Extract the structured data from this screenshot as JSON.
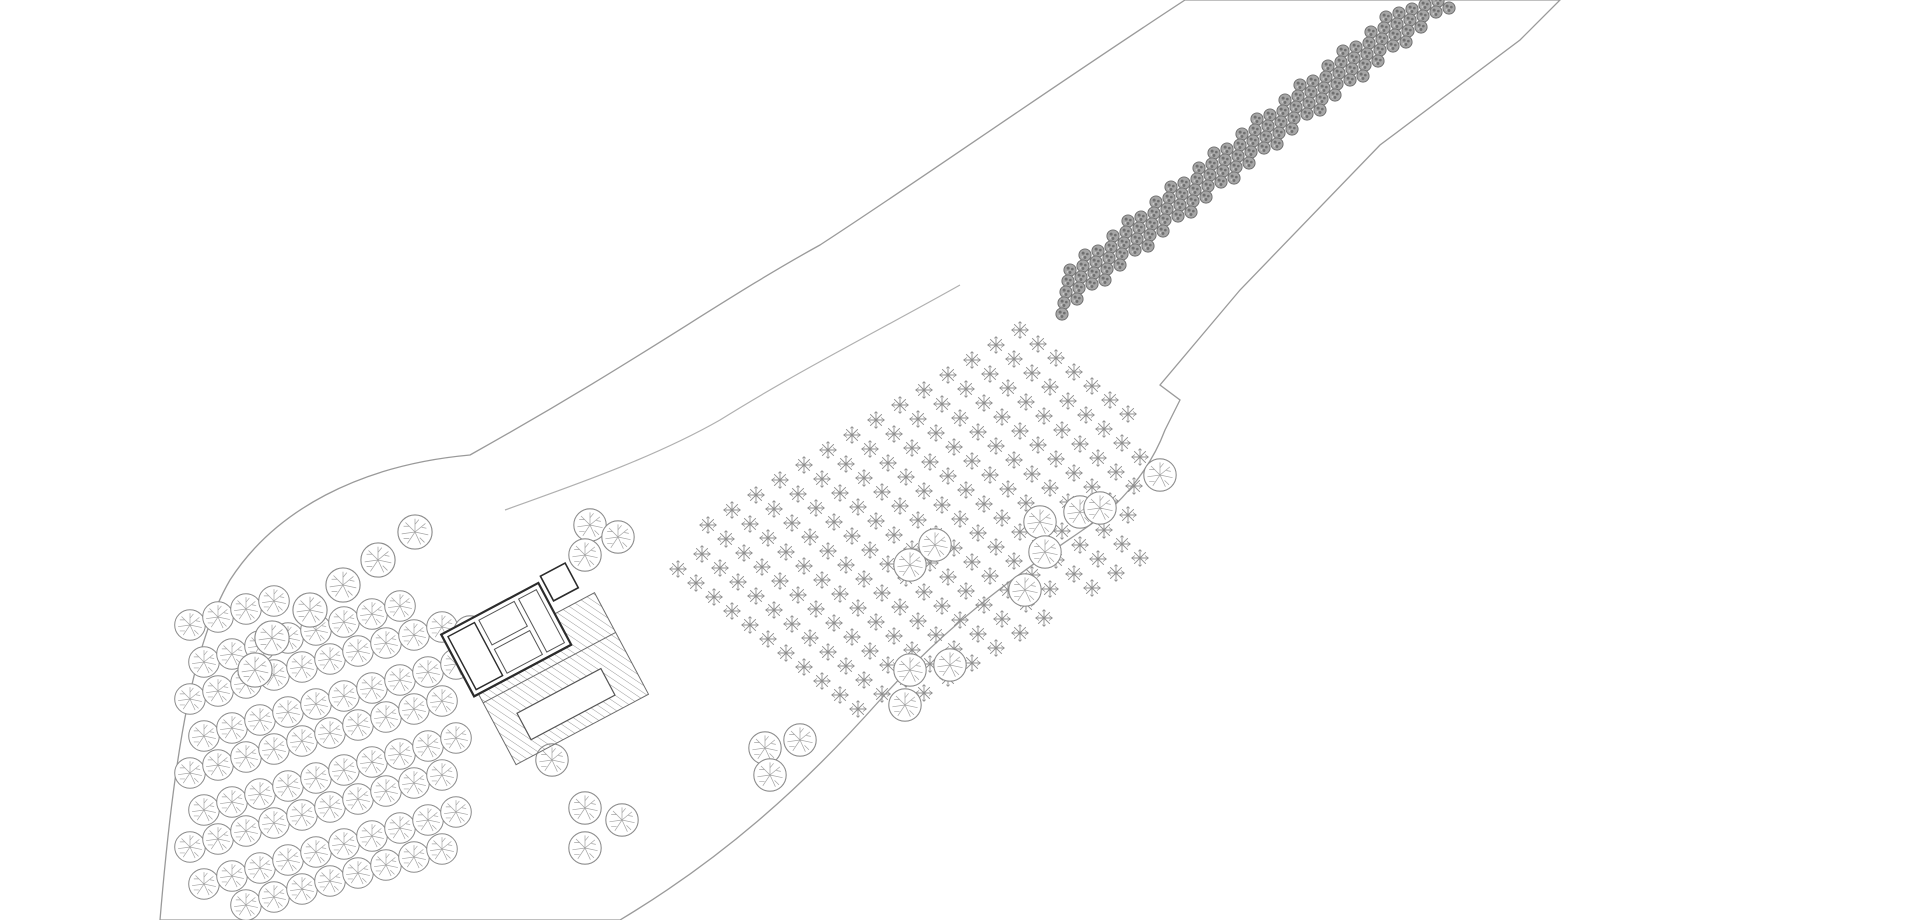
{
  "drawing": {
    "type": "architectural site plan",
    "labels": []
  },
  "colors": {
    "background": "#ffffff",
    "line": "#9a9a9a",
    "tree_outline": "#8c8c8c",
    "olive_fill": "#9b9b9b",
    "olive_outline": "#6d6d6d",
    "palm_stroke": "#8e8e8e",
    "building_wall": "#2b2b2b",
    "deck_hatch": "#9c9c9c"
  },
  "legend_items": [
    {
      "icon": "deciduous-tree-icon",
      "count_visible": "many"
    },
    {
      "icon": "palm-tree-icon",
      "count_visible": "many"
    },
    {
      "icon": "olive-tree-icon",
      "count_visible": "many"
    },
    {
      "icon": "house-icon",
      "count_visible": 1
    }
  ]
}
